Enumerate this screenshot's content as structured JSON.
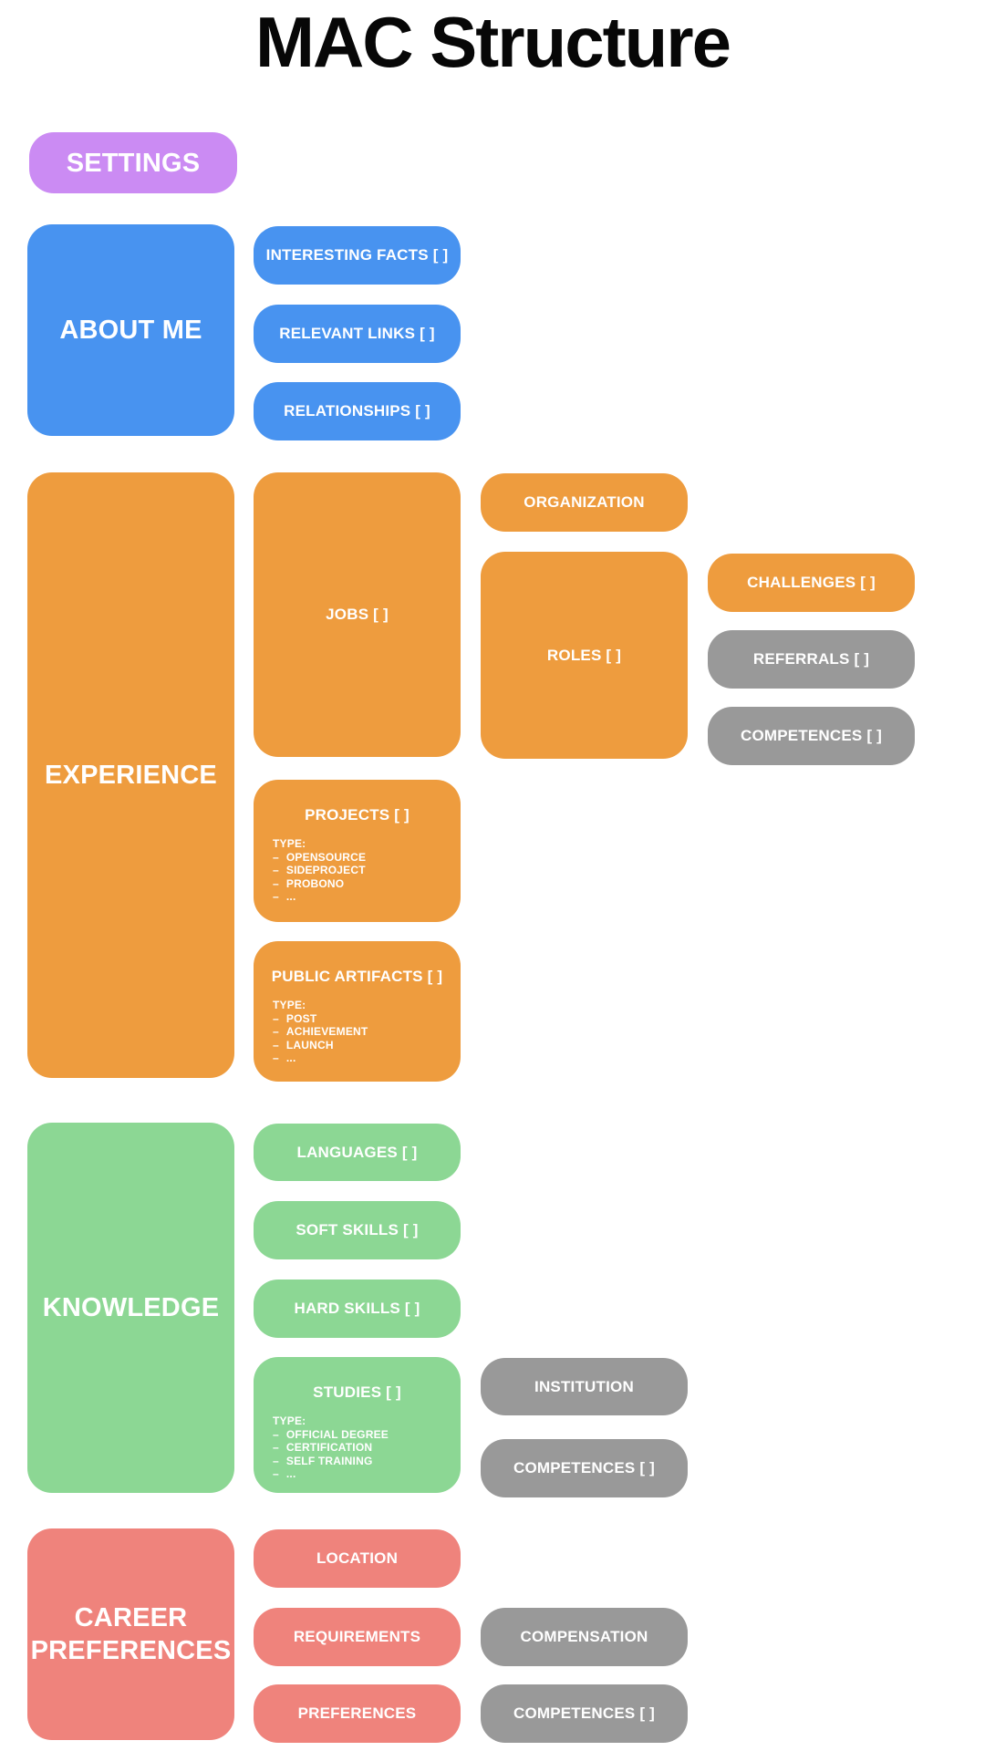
{
  "page": {
    "title": "MAC Structure"
  },
  "colors": {
    "purple": "#cb8bf3",
    "blue": "#4893f0",
    "orange": "#ee9c3e",
    "green": "#8cd794",
    "salmon": "#ef837c",
    "gray": "#999999",
    "label_text": "#ffffff",
    "title_text": "#070707"
  },
  "bullet": "–",
  "settings": {
    "label": "SETTINGS"
  },
  "about_me": {
    "label": "ABOUT ME",
    "interesting_facts": {
      "label": "INTERESTING FACTS [ ]"
    },
    "relevant_links": {
      "label": "RELEVANT LINKS [ ]"
    },
    "relationships": {
      "label": "RELATIONSHIPS [ ]"
    }
  },
  "experience": {
    "label": "EXPERIENCE",
    "jobs": {
      "label": "JOBS [ ]"
    },
    "organization": {
      "label": "ORGANIZATION"
    },
    "roles": {
      "label": "ROLES [ ]"
    },
    "challenges": {
      "label": "CHALLENGES [ ]"
    },
    "referrals": {
      "label": "REFERRALS [ ]"
    },
    "competences": {
      "label": "COMPETENCES [ ]"
    },
    "projects": {
      "label": "PROJECTS [ ]",
      "type_heading": "TYPE:",
      "types": [
        "OPENSOURCE",
        "SIDEPROJECT",
        "PROBONO",
        "..."
      ]
    },
    "public_artifacts": {
      "label": "PUBLIC ARTIFACTS [ ]",
      "type_heading": "TYPE:",
      "types": [
        "POST",
        "ACHIEVEMENT",
        "LAUNCH",
        "..."
      ]
    }
  },
  "knowledge": {
    "label": "KNOWLEDGE",
    "languages": {
      "label": "LANGUAGES [ ]"
    },
    "soft_skills": {
      "label": "SOFT SKILLS [ ]"
    },
    "hard_skills": {
      "label": "HARD SKILLS [ ]"
    },
    "studies": {
      "label": "STUDIES [ ]",
      "type_heading": "TYPE:",
      "types": [
        "OFFICIAL DEGREE",
        "CERTIFICATION",
        "SELF TRAINING",
        "..."
      ]
    },
    "institution": {
      "label": "INSTITUTION"
    },
    "competences": {
      "label": "COMPETENCES [ ]"
    }
  },
  "career_preferences": {
    "label": "CAREER PREFERENCES",
    "location": {
      "label": "LOCATION"
    },
    "requirements": {
      "label": "REQUIREMENTS"
    },
    "compensation": {
      "label": "COMPENSATION"
    },
    "preferences": {
      "label": "PREFERENCES"
    },
    "competences": {
      "label": "COMPETENCES [ ]"
    }
  }
}
